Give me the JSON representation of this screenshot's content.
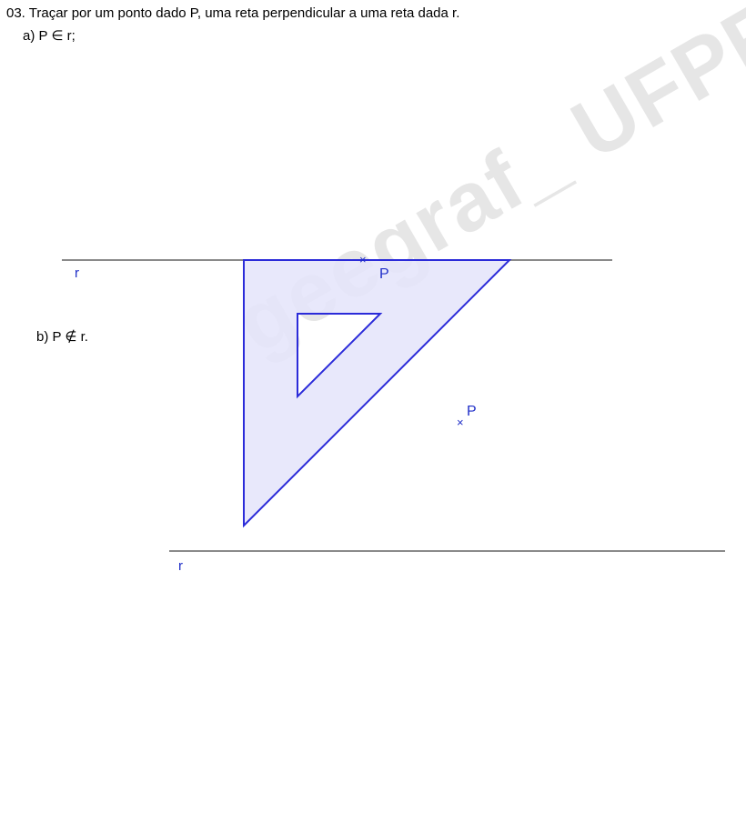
{
  "problem": {
    "title": "03.  Traçar por um ponto dado P, uma reta perpendicular a uma reta dada r.",
    "item_a": "a) P ∈ r;",
    "item_b": "b) P ∉ r."
  },
  "diagram": {
    "line_a_label": "r",
    "line_b_label": "r",
    "point_a_label": "P",
    "point_b_label": "P",
    "point_marker": "×",
    "watermark": "geegraf_ UFPR",
    "colors": {
      "line": "#8a8a8a",
      "set_square_stroke": "#2b2bd9",
      "set_square_fill": "#e4e4fa",
      "label": "#1f2ec8",
      "watermark": "#e6e6e6"
    }
  }
}
